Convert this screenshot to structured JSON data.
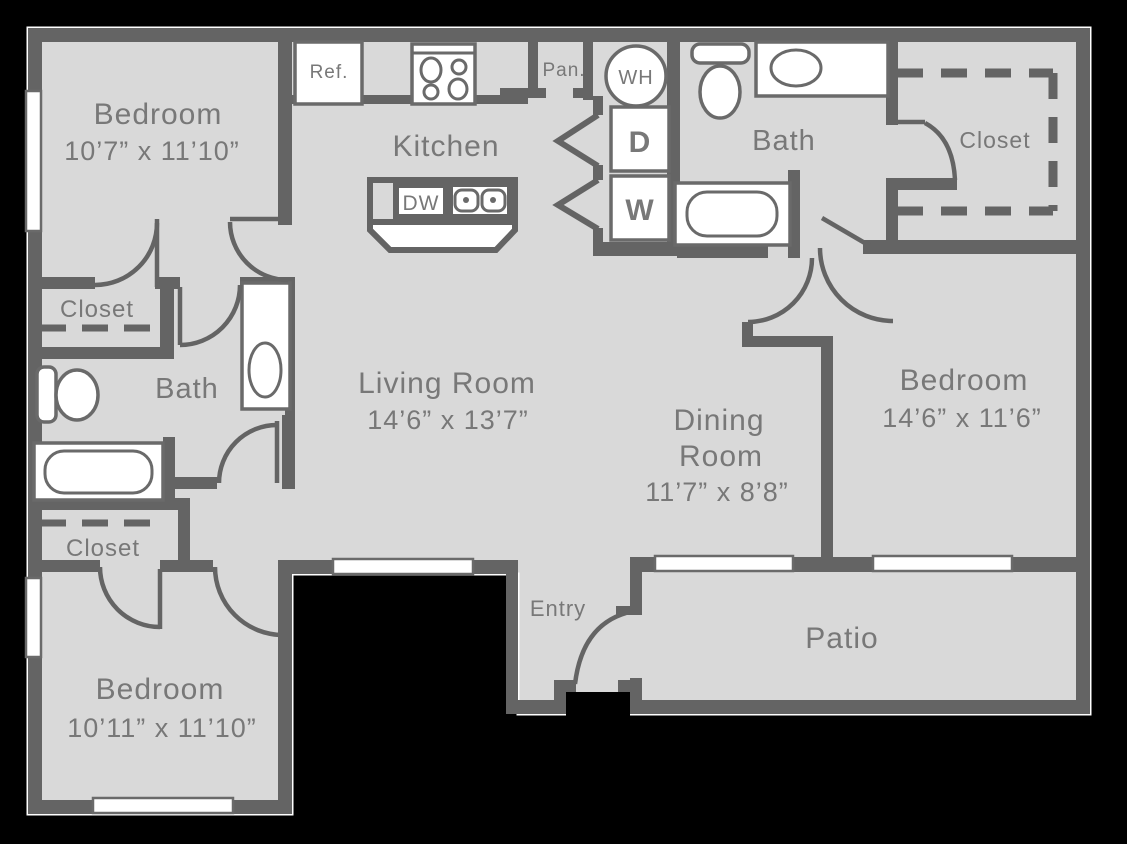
{
  "meta": {
    "title": "Apartment floor plan",
    "background_color": "#000000",
    "floor_color": "#d9d9d9",
    "wall_color": "#646464",
    "text_color": "#787878",
    "fixture_color": "#ffffff"
  },
  "rooms": {
    "bedroom_top_left": {
      "label": "Bedroom",
      "dimensions": "10’7” x 11’10”"
    },
    "kitchen": {
      "label": "Kitchen"
    },
    "pantry": {
      "label": "Pan."
    },
    "bath_top": {
      "label": "Bath"
    },
    "closet_top_right": {
      "label": "Closet"
    },
    "closet_left": {
      "label": "Closet"
    },
    "bath_left": {
      "label": "Bath"
    },
    "living_room": {
      "label": "Living Room",
      "dimensions": "14’6” x 13’7”"
    },
    "dining_room": {
      "label_line1": "Dining",
      "label_line2": "Room",
      "dimensions": "11’7” x 8’8”"
    },
    "bedroom_right": {
      "label": "Bedroom",
      "dimensions": "14’6” x 11’6”"
    },
    "closet_bottom_left": {
      "label": "Closet"
    },
    "bedroom_bottom_left": {
      "label": "Bedroom",
      "dimensions": "10’11” x 11’10”"
    },
    "entry": {
      "label": "Entry"
    },
    "patio": {
      "label": "Patio"
    }
  },
  "appliances": {
    "refrigerator": "Ref.",
    "dishwasher": "DW",
    "water_heater": "WH",
    "dryer": "D",
    "washer": "W"
  }
}
